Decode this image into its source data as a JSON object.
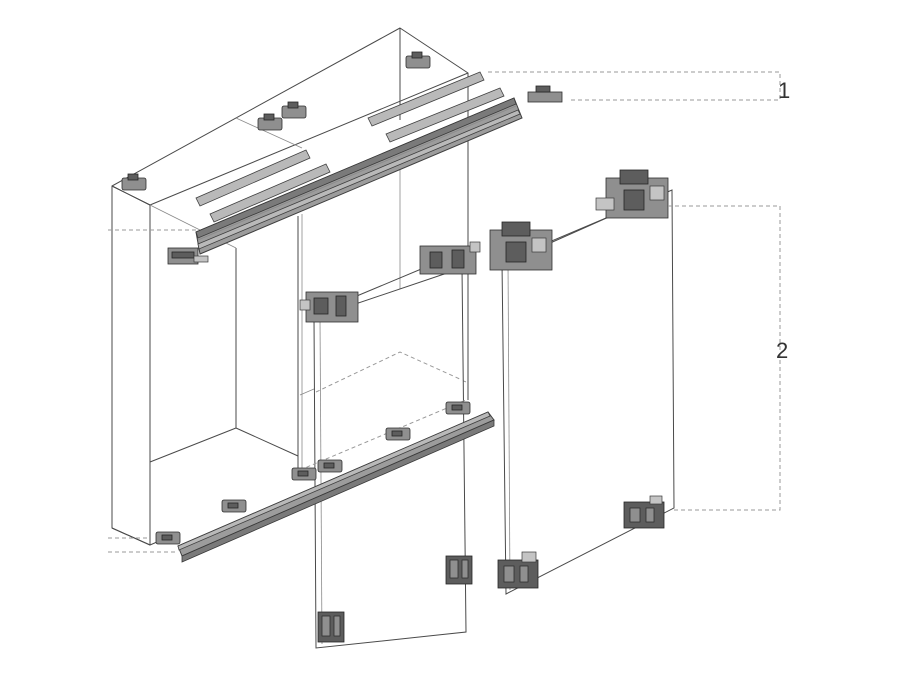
{
  "callouts": [
    {
      "id": "1",
      "label": "1"
    },
    {
      "id": "2",
      "label": "2"
    }
  ],
  "colors": {
    "line": "#4a4a4a",
    "rail": "#9c9c9c",
    "part": "#8f8f8f",
    "dashed": "#9a9a9a"
  }
}
